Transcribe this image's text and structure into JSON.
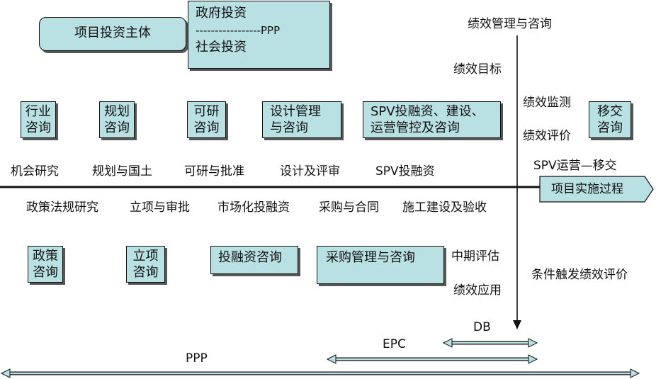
{
  "investor": {
    "label": "项目投资主体",
    "gov": "政府投资",
    "ppp_line": "-----------------PPP",
    "social": "社会投资"
  },
  "top_boxes": [
    {
      "line1": "行业",
      "line2": "咨询"
    },
    {
      "line1": "规划",
      "line2": "咨询"
    },
    {
      "line1": "可研",
      "line2": "咨询"
    },
    {
      "line1": "设计管理",
      "line2": "与咨询"
    },
    {
      "line1": "SPV投融资、建设、",
      "line2": "运营管控及咨询"
    },
    {
      "line1": "移交",
      "line2": "咨询"
    }
  ],
  "upper_stages": [
    "机会研究",
    "规划与国土",
    "可研与批准",
    "设计及评审",
    "SPV投融资",
    "SPV运营—移交"
  ],
  "lower_stages": [
    "政策法规研究",
    "立项与审批",
    "市场化投融资",
    "采购与合同",
    "施工建设及验收"
  ],
  "bottom_boxes": [
    {
      "line1": "政策",
      "line2": "咨询"
    },
    {
      "line1": "立项",
      "line2": "咨询"
    },
    {
      "line1": "投融资咨询",
      "line2": ""
    },
    {
      "line1": "采购管理与咨询",
      "line2": ""
    }
  ],
  "performance": {
    "title": "绩效管理与咨询",
    "target": "绩效目标",
    "monitor": "绩效监测",
    "evaluate": "绩效评价",
    "midterm": "中期评估",
    "apply": "绩效应用",
    "conditional": "条件触发绩效评价"
  },
  "process_label": "项目实施过程",
  "ranges": {
    "db": "DB",
    "epc": "EPC",
    "ppp": "PPP"
  }
}
